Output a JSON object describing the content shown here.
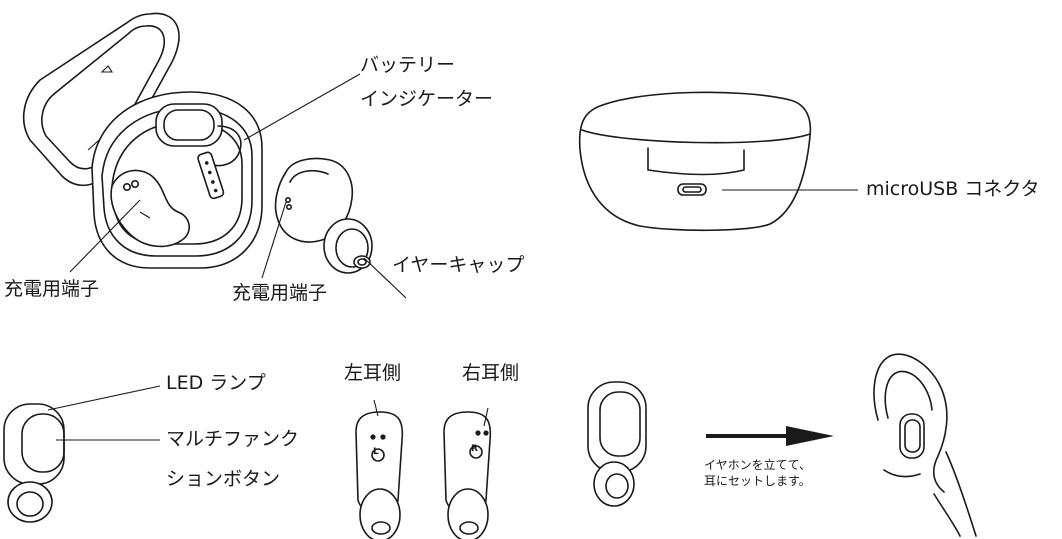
{
  "labels": {
    "battery_indicator_line1": "バッテリー",
    "battery_indicator_line2": "インジケーター",
    "charging_terminal_case": "充電用端子",
    "charging_terminal_earbud": "充電用端子",
    "ear_cap": "イヤーキャップ",
    "microusb_connector": "microUSB コネクタ",
    "led_lamp": "LED ランプ",
    "multifunction_button_line1": "マルチファンク",
    "multifunction_button_line2": "ションボタン",
    "left_ear": "左耳側",
    "right_ear": "右耳側",
    "instruction_line1": "イヤホンを立てて、",
    "instruction_line2": "耳にセットします。"
  },
  "markers": {
    "left": "L",
    "right": "R"
  }
}
